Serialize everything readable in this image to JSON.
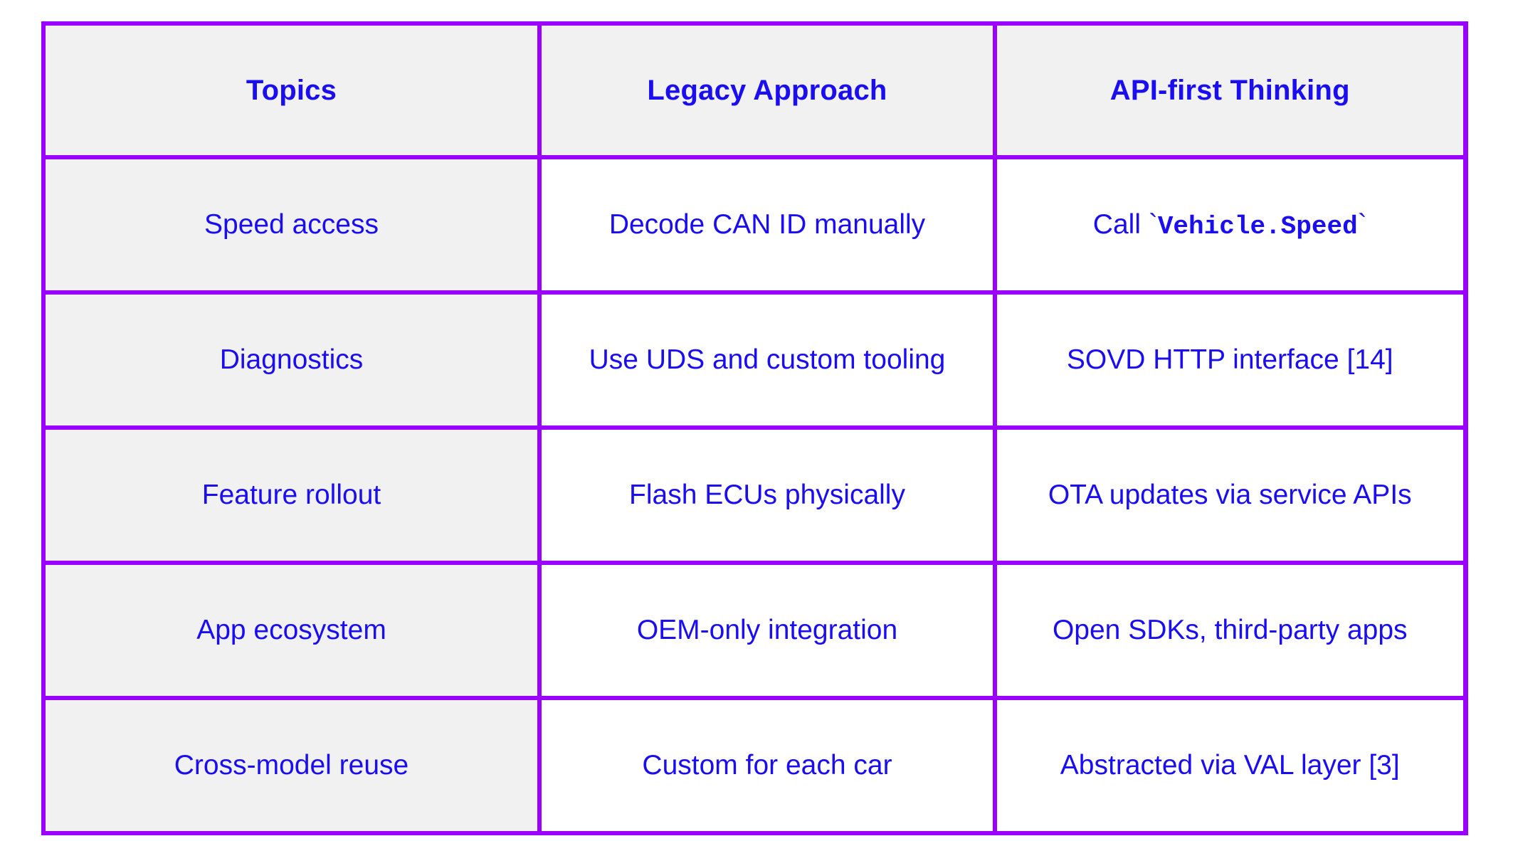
{
  "table": {
    "columns": [
      {
        "key": "topics",
        "label": "Topics"
      },
      {
        "key": "legacy",
        "label": "Legacy Approach"
      },
      {
        "key": "apifirst",
        "label": "API-first Thinking"
      }
    ],
    "rows": [
      {
        "topic": "Speed access",
        "legacy": "Decode CAN ID manually",
        "apifirst_prefix": "Call ",
        "apifirst_open_tick": "`",
        "apifirst_code": "Vehicle.Speed",
        "apifirst_close_tick": "`",
        "apifirst_plain": "Call `Vehicle.Speed`"
      },
      {
        "topic": "Diagnostics",
        "legacy": "Use UDS and custom tooling",
        "apifirst_plain": "SOVD HTTP interface [14]"
      },
      {
        "topic": "Feature rollout",
        "legacy": "Flash ECUs physically",
        "apifirst_plain": "OTA updates via service APIs"
      },
      {
        "topic": "App ecosystem",
        "legacy": "OEM-only integration",
        "apifirst_plain": "Open SDKs, third-party apps"
      },
      {
        "topic": "Cross-model reuse",
        "legacy": "Custom for each car",
        "apifirst_plain": "Abstracted via VAL layer [3]"
      }
    ]
  },
  "colors": {
    "border": "#9900ff",
    "text": "#1a0df0",
    "header_bg": "#f1f1f1",
    "topic_col_bg": "#f1f1f1",
    "cell_bg": "#ffffff",
    "page_bg": "#ffffff"
  }
}
